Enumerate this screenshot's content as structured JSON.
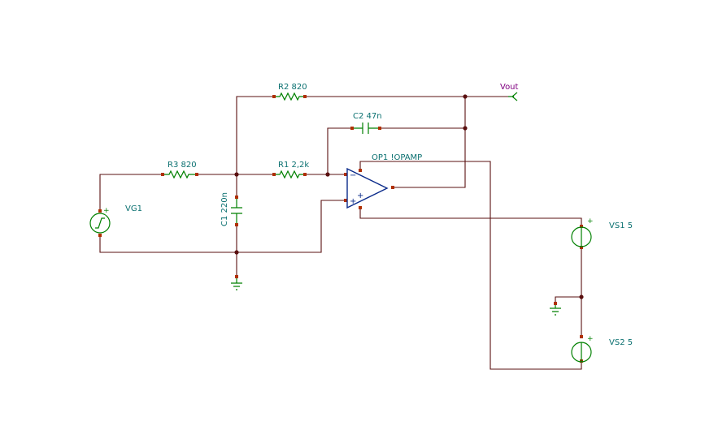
{
  "components": {
    "r2": "R2 820",
    "r3": "R3 820",
    "r1": "R1 2,2k",
    "c2": "C2 47n",
    "c1": "C1 220n",
    "op1": "OP1 !OPAMP",
    "vg1": "VG1",
    "vs1": "VS1 5",
    "vs2": "VS2 5"
  },
  "terminals": {
    "vout": "Vout"
  },
  "opamp_signs": {
    "inverting": "−",
    "non_inverting": "+"
  },
  "source_signs": {
    "vg1_plus": "+",
    "vs1_plus": "+",
    "vs2_plus": "+"
  }
}
